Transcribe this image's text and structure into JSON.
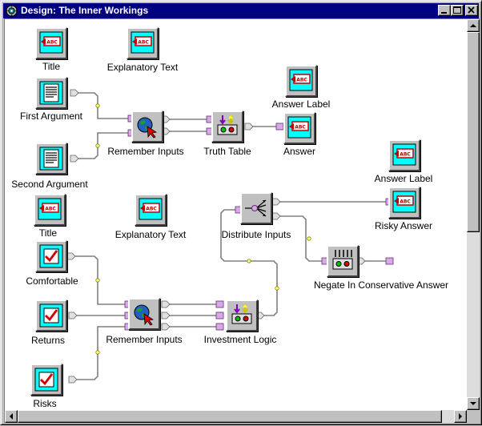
{
  "window": {
    "title": "Design: The Inner Workings"
  },
  "icons": {
    "system_menu": "gear-icon",
    "minimize": "minimize-icon",
    "maximize": "maximize-icon",
    "close": "close-icon"
  },
  "nodes": {
    "title_1": "Title",
    "explanatory_text_1": "Explanatory Text",
    "first_argument": "First Argument",
    "second_argument": "Second Argument",
    "remember_inputs_1": "Remember Inputs",
    "truth_table": "Truth Table",
    "answer_label_1": "Answer Label",
    "answer": "Answer",
    "answer_label_2": "Answer Label",
    "risky_answer": "Risky Answer",
    "title_2": "Title",
    "explanatory_text_2": "Explanatory Text",
    "distribute_inputs": "Distribute Inputs",
    "negate": "Negate In Conservative Answer",
    "comfortable": "Comfortable",
    "returns": "Returns",
    "risks": "Risks",
    "remember_inputs_2": "Remember Inputs",
    "investment_logic": "Investment Logic"
  },
  "colors": {
    "titlebar": "#000080",
    "display_bg": "#00ffff",
    "display_red": "#c00000",
    "check_red": "#d00000"
  }
}
